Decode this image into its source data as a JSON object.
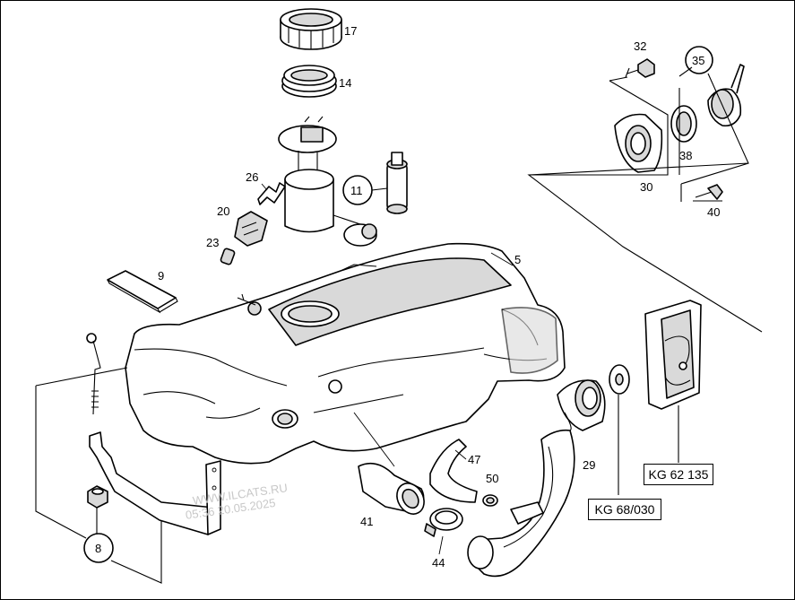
{
  "callouts": {
    "p5": "5",
    "p9": "9",
    "p11": "11",
    "p14": "14",
    "p17": "17",
    "p20": "20",
    "p23": "23",
    "p26": "26",
    "p29": "29",
    "p30": "30",
    "p32": "32",
    "p35": "35",
    "p38": "38",
    "p40": "40",
    "p41": "41",
    "p44": "44",
    "p47": "47",
    "p50": "50",
    "p8": "8"
  },
  "references": {
    "kg68": "KG 68/030",
    "kg62": "KG 62 135"
  },
  "watermark": {
    "site": "WWW.ILCATS.RU",
    "stamp": "05:36 20.05.2025"
  }
}
